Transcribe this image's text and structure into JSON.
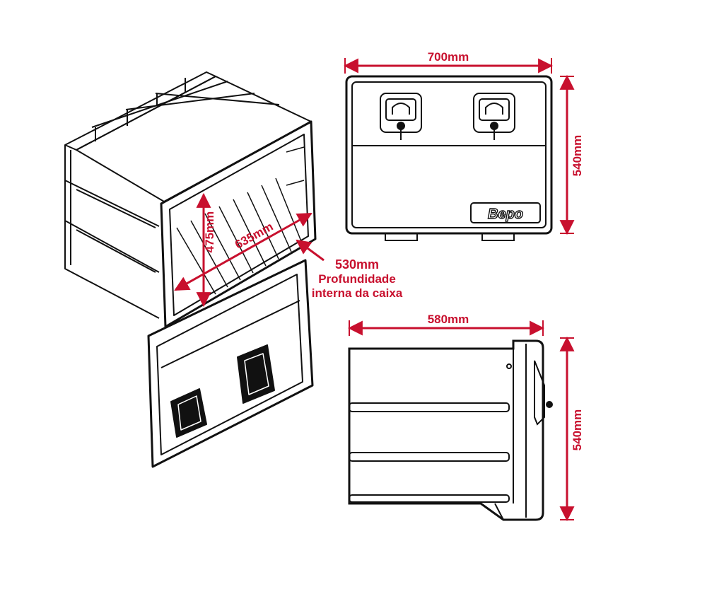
{
  "colors": {
    "dimension": "#c8102e",
    "outline": "#111111",
    "background": "#ffffff"
  },
  "isometric_view": {
    "height_label": "475mm",
    "width_label": "635mm",
    "depth_value": "530mm",
    "depth_caption_line1": "Profundidade",
    "depth_caption_line2": "interna da caixa"
  },
  "front_view": {
    "width_label": "700mm",
    "height_label": "540mm",
    "brand_logo": "Bepo"
  },
  "side_view": {
    "depth_label": "580mm",
    "height_label": "540mm"
  }
}
